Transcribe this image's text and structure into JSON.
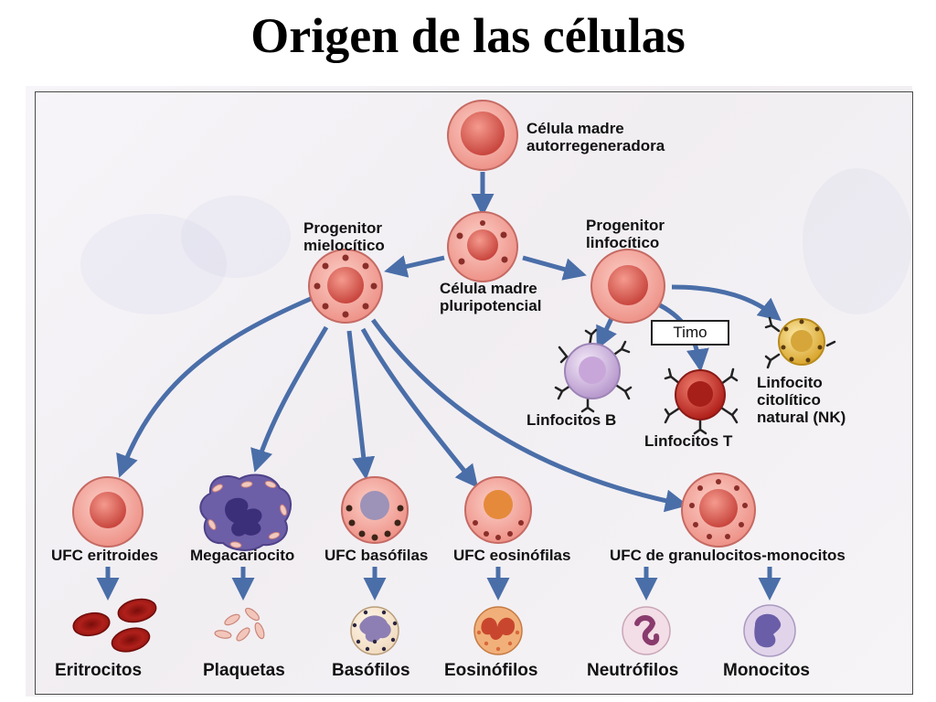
{
  "title": "Origen de las células",
  "stem_cell": "Célula madre autorregeneradora",
  "stem_cell_lines": [
    "Célula madre",
    "autorregeneradora"
  ],
  "pluripotent_lines": [
    "Célula madre",
    "pluripotencial"
  ],
  "myeloid_lines": [
    "Progenitor",
    "mielocítico"
  ],
  "lymphoid_lines": [
    "Progenitor",
    "linfocítico"
  ],
  "thymus": "Timo",
  "b_cells": "Linfocitos B",
  "t_cells": "Linfocitos T",
  "nk_lines": [
    "Linfocito",
    "citolítico",
    "natural (NK)"
  ],
  "progenitors": {
    "erythroid": "UFC eritroides",
    "megakaryocyte": "Megacariocito",
    "basophil": "UFC basófilas",
    "eosinophil": "UFC eosinófilas",
    "granulo_mono": "UFC de granulocitos-monocitos"
  },
  "final_cells": {
    "erythrocytes": "Eritrocitos",
    "platelets": "Plaquetas",
    "basophils": "Basófilos",
    "eosinophils": "Eosinófilos",
    "neutrophils": "Neutrófilos",
    "monocytes": "Monocitos"
  },
  "colors": {
    "arrow": "#4a6ea8",
    "cell_outer": "#f0a39a",
    "cell_inner": "#d9635a",
    "cell_edge": "#c56a63",
    "dots": "#8a2e2a",
    "b_cell": "#cbb3dc",
    "t_cell": "#c8362e",
    "nk_cell": "#e0b840",
    "megakaryocyte": "#6d5ea8",
    "rbc": "#b0201b"
  }
}
